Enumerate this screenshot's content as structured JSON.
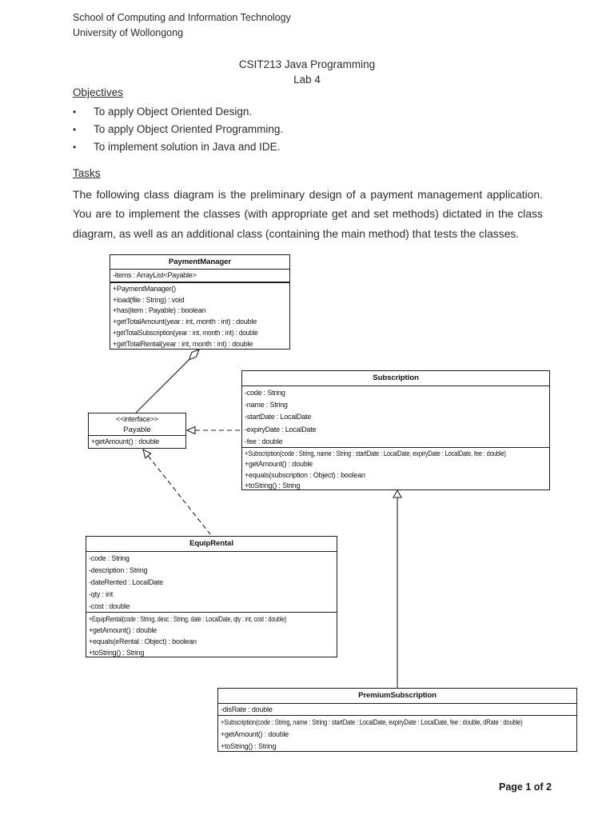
{
  "page": {
    "header_line1": "School of Computing and Information Technology",
    "header_line2": "University of Wollongong",
    "course_title": "CSIT213 Java Programming",
    "lab_title": "Lab 4",
    "footer": "Page 1 of 2"
  },
  "objectives": {
    "heading": "Objectives",
    "bullet_char": "•",
    "items": [
      "To apply Object Oriented Design.",
      "To apply Object Oriented Programming.",
      "To implement solution in Java and IDE."
    ]
  },
  "tasks": {
    "heading": "Tasks",
    "paragraph": "The following class diagram is the preliminary design of a payment management application. You are to implement the classes (with appropriate get and set methods) dictated in the class diagram, as well as an additional class (containing the main method) that tests the classes."
  },
  "diagram": {
    "classes": [
      {
        "name": "PaymentManager",
        "attributes": [
          "-items : ArrayList<Payable>"
        ],
        "methods": [
          "+PaymentManager()",
          "+load(file : String) : void",
          "+has(item : Payable) : boolean",
          "+getTotalAmount(year : int, month : int) : double",
          "+getTotalSubscription(year : int, month : int) : double",
          "+getTotalRental(year : int, month : int) : double"
        ]
      },
      {
        "name": "Subscription",
        "attributes": [
          "-code : String",
          "-name : String",
          "-startDate : LocalDate",
          "-expiryDate : LocalDate",
          "-fee : double"
        ],
        "methods": [
          "+Subscription(code : String, name : String : startDate : LocalDate, expiryDate : LocalDate, fee : double)",
          "+getAmount() : double",
          "+equals(subscription : Object) : boolean",
          "+toString() : String"
        ]
      },
      {
        "stereotype": "<<interface>>",
        "name": "Payable",
        "attributes": [],
        "methods": [
          "+getAmount() : double"
        ]
      },
      {
        "name": "EquipRental",
        "attributes": [
          "-code : String",
          "-description : String",
          "-dateRented : LocalDate",
          "-qty : int",
          "-cost : double"
        ],
        "methods": [
          "+EquipRental(code : String, desc : String, date : LocalDate,  qty : int, cost : double)",
          "+getAmount() : double",
          "+equals(eRental : Object) : boolean",
          "+toString() : String"
        ]
      },
      {
        "name": "PremiumSubscription",
        "attributes": [
          "-disRate : double"
        ],
        "methods": [
          "+Subscription(code : String, name : String : startDate : LocalDate, expiryDate : LocalDate, fee : double, dRate : double)",
          "+getAmount() : double",
          "+toString() : String"
        ]
      }
    ],
    "relationships": [
      {
        "from": "PaymentManager",
        "to": "Payable",
        "type": "aggregation"
      },
      {
        "from": "Subscription",
        "to": "Payable",
        "type": "realization"
      },
      {
        "from": "EquipRental",
        "to": "Payable",
        "type": "realization"
      },
      {
        "from": "PremiumSubscription",
        "to": "Subscription",
        "type": "generalization"
      }
    ]
  }
}
